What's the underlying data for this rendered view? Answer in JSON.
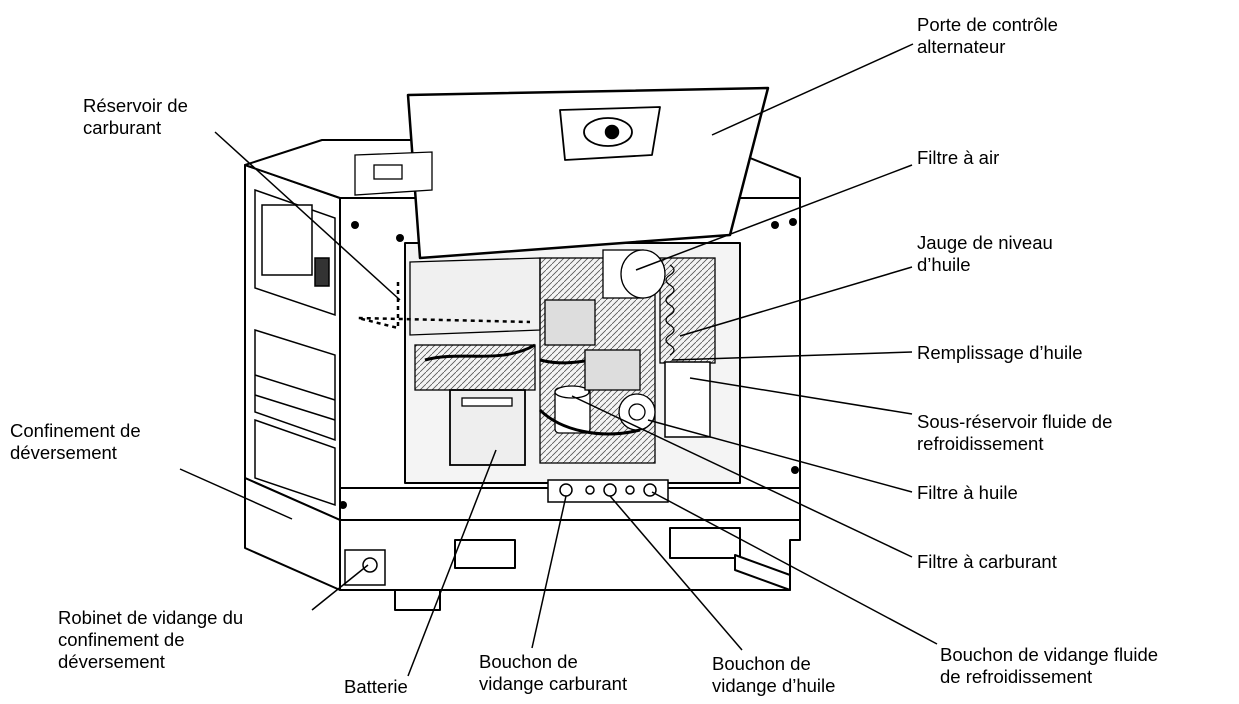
{
  "labels": {
    "porte_controle": [
      "Porte de contrôle",
      "alternateur"
    ],
    "reservoir_carburant": [
      "Réservoir de",
      "carburant"
    ],
    "filtre_air": [
      "Filtre à air"
    ],
    "jauge_huile": [
      "Jauge de niveau",
      "d’huile"
    ],
    "remplissage_huile": [
      "Remplissage d’huile"
    ],
    "sous_reservoir": [
      "Sous-réservoir fluide de",
      "refroidissement"
    ],
    "confinement": [
      "Confinement de",
      "déversement"
    ],
    "filtre_huile": [
      "Filtre à huile"
    ],
    "filtre_carburant": [
      "Filtre à carburant"
    ],
    "robinet_vidange": [
      "Robinet de vidange du",
      "confinement de",
      "déversement"
    ],
    "batterie": [
      "Batterie"
    ],
    "bouchon_carburant": [
      "Bouchon de",
      "vidange carburant"
    ],
    "bouchon_huile": [
      "Bouchon de",
      "vidange d’huile"
    ],
    "bouchon_refroidissement": [
      "Bouchon de vidange fluide",
      "de refroidissement"
    ]
  },
  "colors": {
    "line": "#000000",
    "fill": "#ffffff",
    "shade": "#e8e8e8"
  }
}
